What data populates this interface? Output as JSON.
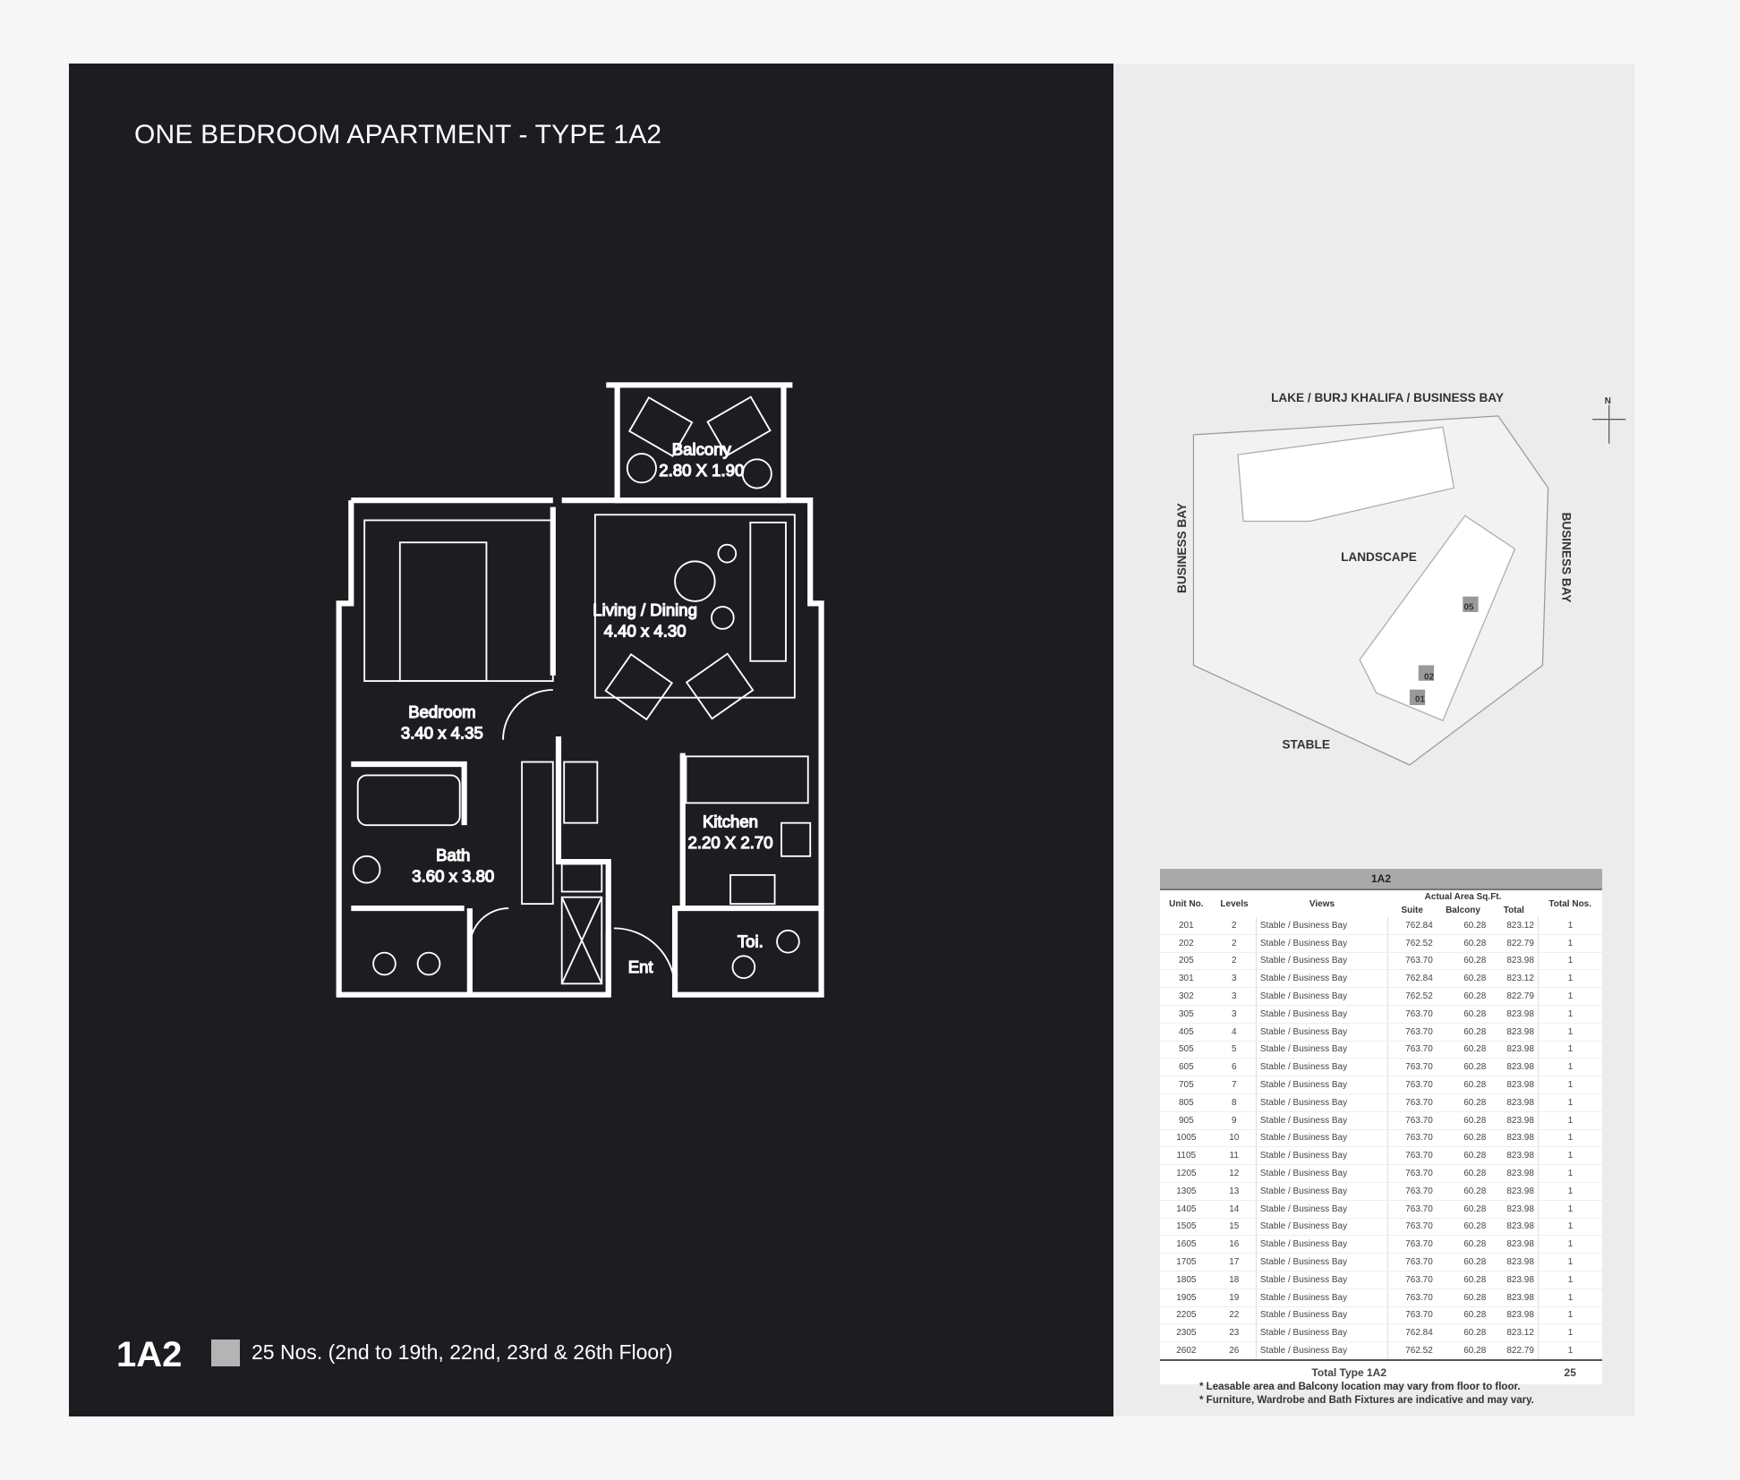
{
  "title": "ONE BEDROOM APARTMENT - TYPE 1A2",
  "rooms": {
    "balcony": {
      "name": "Balcony",
      "size": "2.80 X 1.90"
    },
    "living": {
      "name": "Living / Dining",
      "size": "4.40 x 4.30"
    },
    "bedroom": {
      "name": "Bedroom",
      "size": "3.40 x 4.35"
    },
    "bath": {
      "name": "Bath",
      "size": "3.60 x 3.80"
    },
    "kitchen": {
      "name": "Kitchen",
      "size": "2.20 X 2.70"
    },
    "toilet": {
      "name": "Toi."
    },
    "entry": {
      "name": "Ent"
    }
  },
  "legend": {
    "code": "1A2",
    "description": "25 Nos. (2nd to 19th, 22nd, 23rd & 26th Floor)",
    "swatch_color": "#b4b4b4"
  },
  "site_plan": {
    "top_label": "LAKE / BURJ KHALIFA / BUSINESS BAY",
    "left_label": "BUSINESS BAY",
    "right_label": "BUSINESS BAY",
    "bottom_label": "STABLE",
    "center_label": "LANDSCAPE",
    "north": "N",
    "unit_tags": [
      "05",
      "02",
      "01"
    ]
  },
  "table": {
    "title": "1A2",
    "headers": {
      "unit": "Unit No.",
      "levels": "Levels",
      "views": "Views",
      "area_group": "Actual Area Sq.Ft.",
      "suite": "Suite",
      "balcony": "Balcony",
      "total": "Total",
      "total_nos": "Total Nos."
    },
    "rows": [
      [
        "201",
        "2",
        "Stable / Business Bay",
        "762.84",
        "60.28",
        "823.12",
        "1"
      ],
      [
        "202",
        "2",
        "Stable / Business Bay",
        "762.52",
        "60.28",
        "822.79",
        "1"
      ],
      [
        "205",
        "2",
        "Stable / Business Bay",
        "763.70",
        "60.28",
        "823.98",
        "1"
      ],
      [
        "301",
        "3",
        "Stable / Business Bay",
        "762.84",
        "60.28",
        "823.12",
        "1"
      ],
      [
        "302",
        "3",
        "Stable / Business Bay",
        "762.52",
        "60.28",
        "822.79",
        "1"
      ],
      [
        "305",
        "3",
        "Stable / Business Bay",
        "763.70",
        "60.28",
        "823.98",
        "1"
      ],
      [
        "405",
        "4",
        "Stable / Business Bay",
        "763.70",
        "60.28",
        "823.98",
        "1"
      ],
      [
        "505",
        "5",
        "Stable / Business Bay",
        "763.70",
        "60.28",
        "823.98",
        "1"
      ],
      [
        "605",
        "6",
        "Stable / Business Bay",
        "763.70",
        "60.28",
        "823.98",
        "1"
      ],
      [
        "705",
        "7",
        "Stable / Business Bay",
        "763.70",
        "60.28",
        "823.98",
        "1"
      ],
      [
        "805",
        "8",
        "Stable / Business Bay",
        "763.70",
        "60.28",
        "823.98",
        "1"
      ],
      [
        "905",
        "9",
        "Stable / Business Bay",
        "763.70",
        "60.28",
        "823.98",
        "1"
      ],
      [
        "1005",
        "10",
        "Stable / Business Bay",
        "763.70",
        "60.28",
        "823.98",
        "1"
      ],
      [
        "1105",
        "11",
        "Stable / Business Bay",
        "763.70",
        "60.28",
        "823.98",
        "1"
      ],
      [
        "1205",
        "12",
        "Stable / Business Bay",
        "763.70",
        "60.28",
        "823.98",
        "1"
      ],
      [
        "1305",
        "13",
        "Stable / Business Bay",
        "763.70",
        "60.28",
        "823.98",
        "1"
      ],
      [
        "1405",
        "14",
        "Stable / Business Bay",
        "763.70",
        "60.28",
        "823.98",
        "1"
      ],
      [
        "1505",
        "15",
        "Stable / Business Bay",
        "763.70",
        "60.28",
        "823.98",
        "1"
      ],
      [
        "1605",
        "16",
        "Stable / Business Bay",
        "763.70",
        "60.28",
        "823.98",
        "1"
      ],
      [
        "1705",
        "17",
        "Stable / Business Bay",
        "763.70",
        "60.28",
        "823.98",
        "1"
      ],
      [
        "1805",
        "18",
        "Stable / Business Bay",
        "763.70",
        "60.28",
        "823.98",
        "1"
      ],
      [
        "1905",
        "19",
        "Stable / Business Bay",
        "763.70",
        "60.28",
        "823.98",
        "1"
      ],
      [
        "2205",
        "22",
        "Stable / Business Bay",
        "763.70",
        "60.28",
        "823.98",
        "1"
      ],
      [
        "2305",
        "23",
        "Stable / Business Bay",
        "762.84",
        "60.28",
        "823.12",
        "1"
      ],
      [
        "2602",
        "26",
        "Stable / Business Bay",
        "762.52",
        "60.28",
        "822.79",
        "1"
      ]
    ],
    "total_label": "Total Type 1A2",
    "total_value": "25"
  },
  "notes": [
    "* Leasable area and Balcony location may vary from floor to floor.",
    "* Furniture, Wardrobe and Bath Fixtures are indicative and may vary."
  ]
}
